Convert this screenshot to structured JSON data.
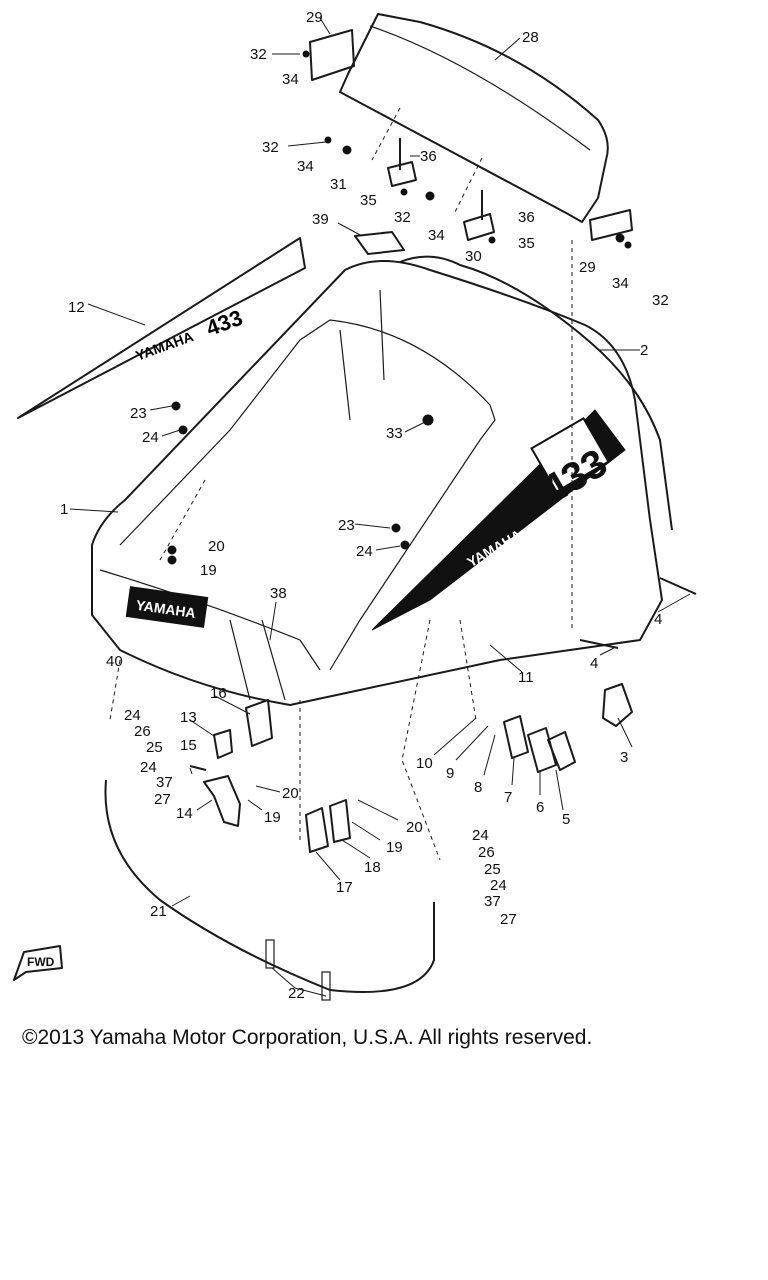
{
  "callouts": [
    "1",
    "2",
    "3",
    "4",
    "5",
    "6",
    "7",
    "8",
    "9",
    "10",
    "11",
    "12",
    "13",
    "14",
    "15",
    "16",
    "17",
    "18",
    "19",
    "20",
    "21",
    "22",
    "23",
    "24",
    "25",
    "26",
    "27",
    "28",
    "29",
    "30",
    "31",
    "32",
    "33",
    "34",
    "35",
    "36",
    "37",
    "38",
    "39",
    "40"
  ],
  "decals": {
    "hood_brand": "YAMAHA",
    "hood_model": "433",
    "front_brand": "YAMAHA",
    "side_brand": "YAMAHA",
    "side_model": "433"
  },
  "fwd_arrow_label": "FWD",
  "copyright": "©2013 Yamaha Motor Corporation, U.S.A. All rights reserved."
}
